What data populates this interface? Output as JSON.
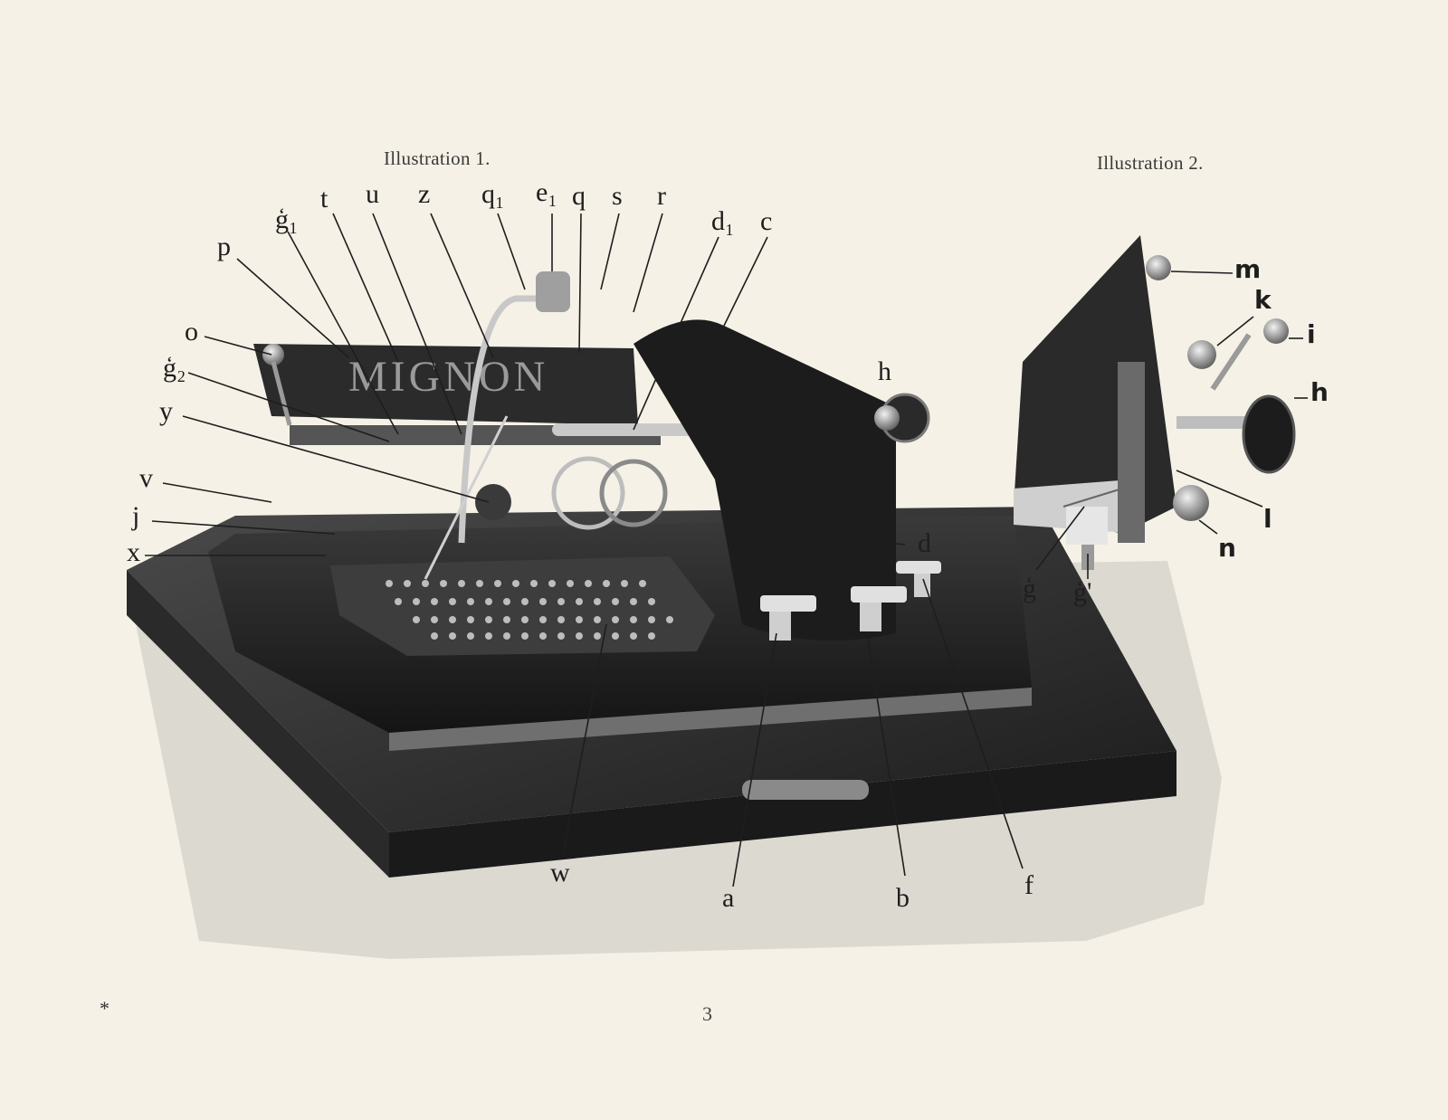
{
  "captions": {
    "illustration1": "Illustration 1.",
    "illustration2": "Illustration 2."
  },
  "brand_plate": "MIGNON",
  "labels1": {
    "p": "p",
    "g1": "ģ₁",
    "t": "t",
    "u": "u",
    "z": "z",
    "q1": "q₁",
    "e1": "e₁",
    "q": "q",
    "s": "s",
    "r": "r",
    "d1": "d₁",
    "c": "c",
    "o": "o",
    "g2": "ģ₂",
    "y": "y",
    "v": "v",
    "j": "j",
    "x": "x",
    "h": "h",
    "d": "d",
    "w": "w",
    "a": "a",
    "b": "b",
    "f": "f"
  },
  "labels2": {
    "m": "m",
    "k": "k",
    "i": "i",
    "h": "h",
    "l": "l",
    "n": "n",
    "g": "ģ",
    "g_prime": "ģ'"
  },
  "page_number": "3",
  "footnote_mark": "*"
}
